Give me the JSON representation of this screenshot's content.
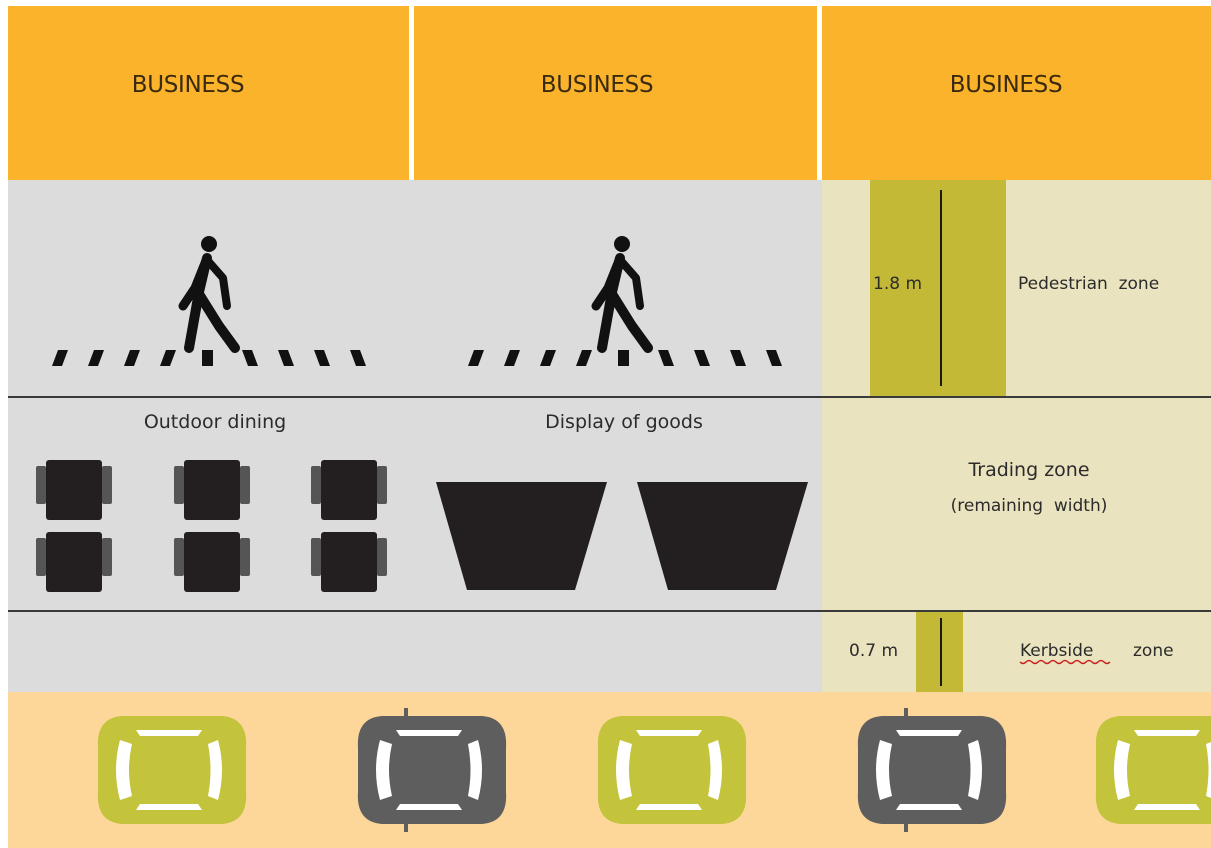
{
  "businesses": [
    {
      "label": "BUSINESS"
    },
    {
      "label": "BUSINESS"
    },
    {
      "label": "BUSINESS"
    }
  ],
  "zones": {
    "pedestrian": {
      "width_label": "1.8 m",
      "label": "Pedestrian  zone"
    },
    "trading": {
      "label": "Trading zone",
      "sublabel": "(remaining  width)"
    },
    "kerbside": {
      "width_label": "0.7 m",
      "label_word1": "Kerbside",
      "label_word2": "zone"
    }
  },
  "sections": {
    "dining": {
      "label": "Outdoor dining"
    },
    "goods": {
      "label": "Display of goods"
    }
  },
  "cars": [
    "olive",
    "gray",
    "olive",
    "gray",
    "olive"
  ],
  "colors": {
    "business_orange": "#fbb32b",
    "sidewalk_gray": "#dcdcdc",
    "zone_beige": "#eae3bf",
    "zone_olive": "#c3b937",
    "road_peach": "#fdd79a",
    "car_olive": "#c3c33c",
    "car_gray": "#5e5e5e",
    "furniture": "#231f20"
  },
  "icons": [
    "pedestrian-icon",
    "crosswalk-stripes",
    "table-icon",
    "chair-icon",
    "goods-display-icon",
    "car-icon"
  ]
}
